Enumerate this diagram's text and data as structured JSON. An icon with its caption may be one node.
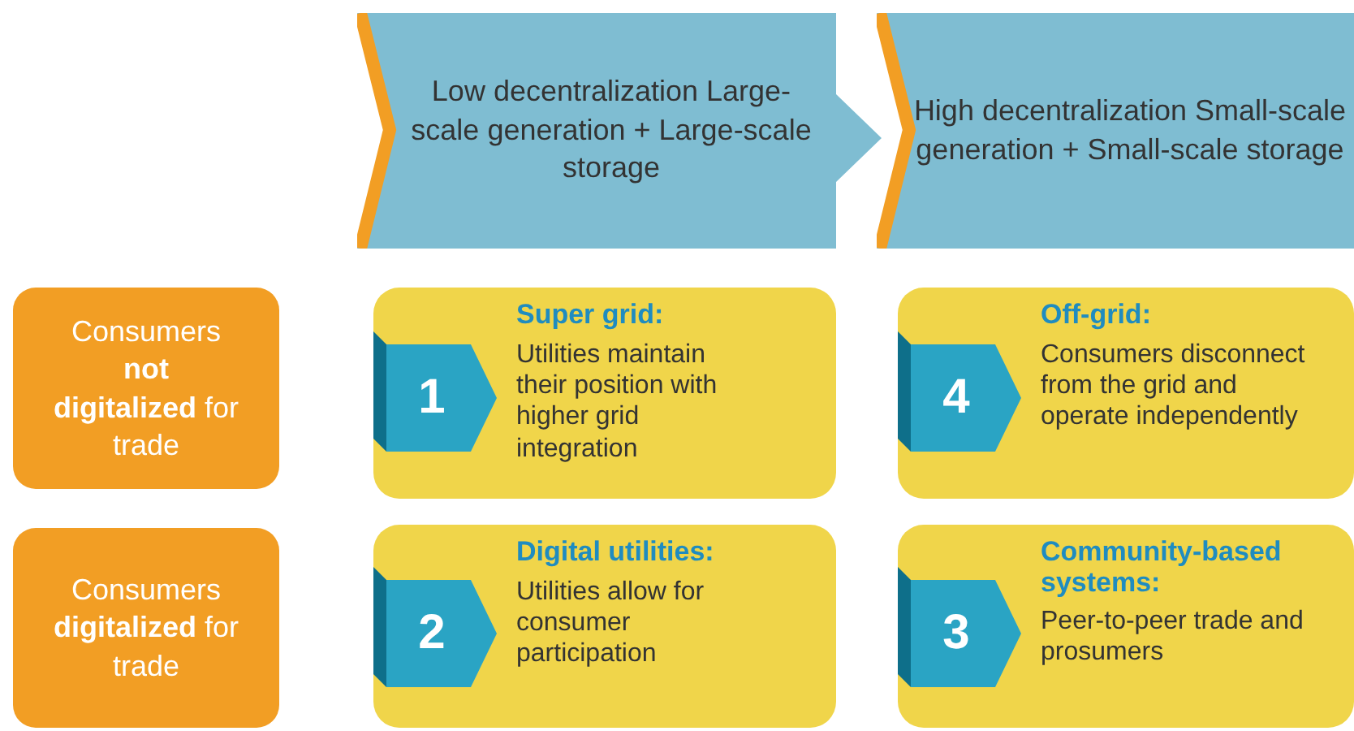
{
  "diagram": {
    "nodes": [
      {
        "text": [
          "Low decentralization Large-scale generation + Large-scale storage"
        ]
      },
      {
        "text": [
          "High decentralization Small-scale generation + Small-scale storage"
        ]
      },
      {
        "text": [
          "Consumers **not digitalized** for trade"
        ]
      },
      {
        "text": [
          "Consumers **digitalized** for trade"
        ]
      },
      {
        "text": [
          "Super grid:",
          "Utilities maintain their position with higher grid integration"
        ]
      },
      {
        "text": [
          "1"
        ],
        "in": 4
      },
      {
        "text": [
          "Off-grid:",
          "Consumers disconnect from the grid and operate independently"
        ]
      },
      {
        "text": [
          "4"
        ],
        "in": 6
      },
      {
        "text": [
          "Digital utilities:",
          "Utilities allow for consumer participation"
        ]
      },
      {
        "text": [
          "2"
        ],
        "in": 8
      },
      {
        "text": [
          "Community-based systems:",
          "Peer-to-peer trade and prosumers"
        ]
      },
      {
        "text": [
          "3"
        ],
        "in": 10
      }
    ]
  }
}
